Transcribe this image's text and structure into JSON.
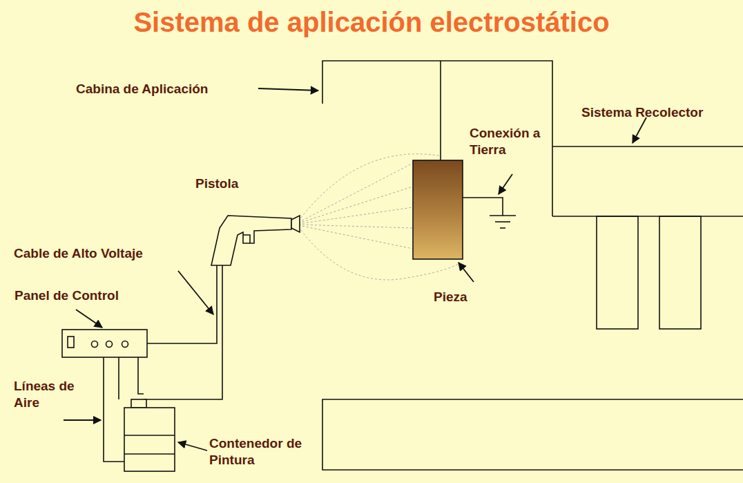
{
  "diagram": {
    "title": "Sistema de aplicación electrostático",
    "labels": [
      "Cabina de Aplicación",
      "Sistema Recolector",
      "Conexión a Tierra",
      "Pistola",
      "Cable de Alto Voltaje",
      "Panel de Control",
      "Pieza",
      "Líneas de Aire",
      "Contenedor de Pintura"
    ]
  }
}
